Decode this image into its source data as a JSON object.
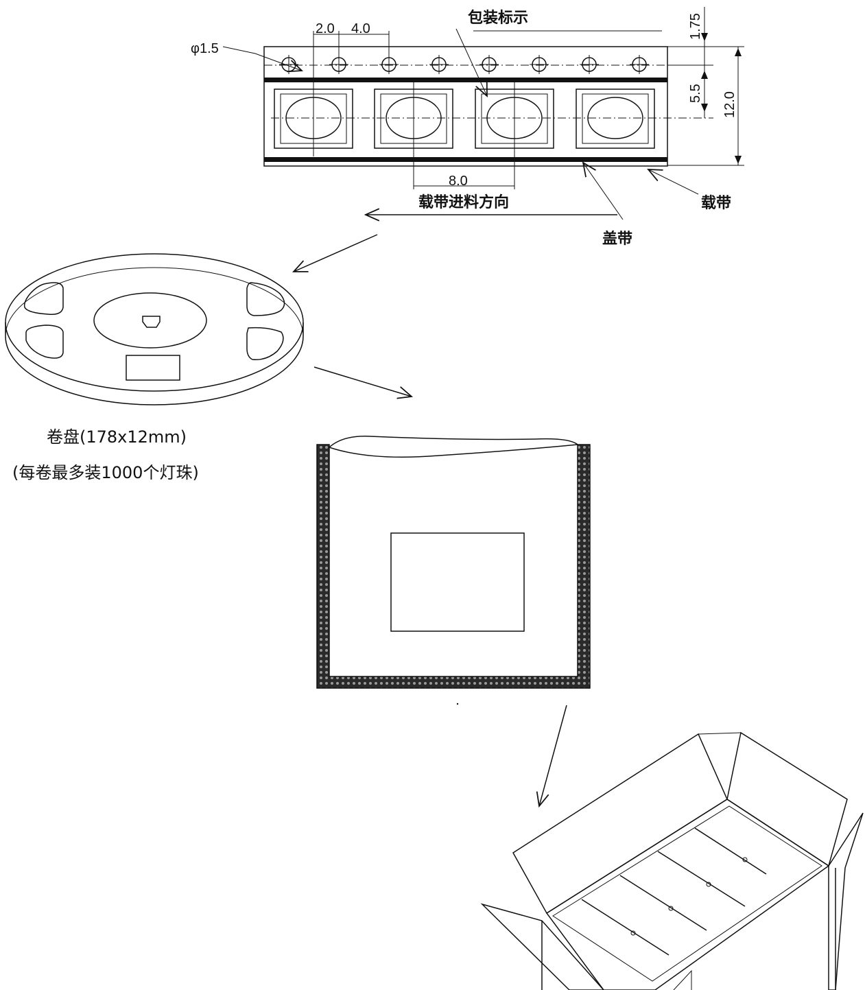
{
  "tape_drawing": {
    "title": "包装标示",
    "hole_diameter": "φ1.5",
    "dim_hole_offset": "2.0",
    "dim_hole_pitch": "4.0",
    "dim_edge": "1.75",
    "dim_center": "5.5",
    "dim_width": "12.0",
    "dim_pocket_pitch": "8.0",
    "feed_direction": "载带进料方向",
    "cover_tape": "盖带",
    "carrier_tape": "载带"
  },
  "reel": {
    "label": "卷盘(178x12mm)",
    "capacity": "(每卷最多装1000个灯珠)"
  }
}
